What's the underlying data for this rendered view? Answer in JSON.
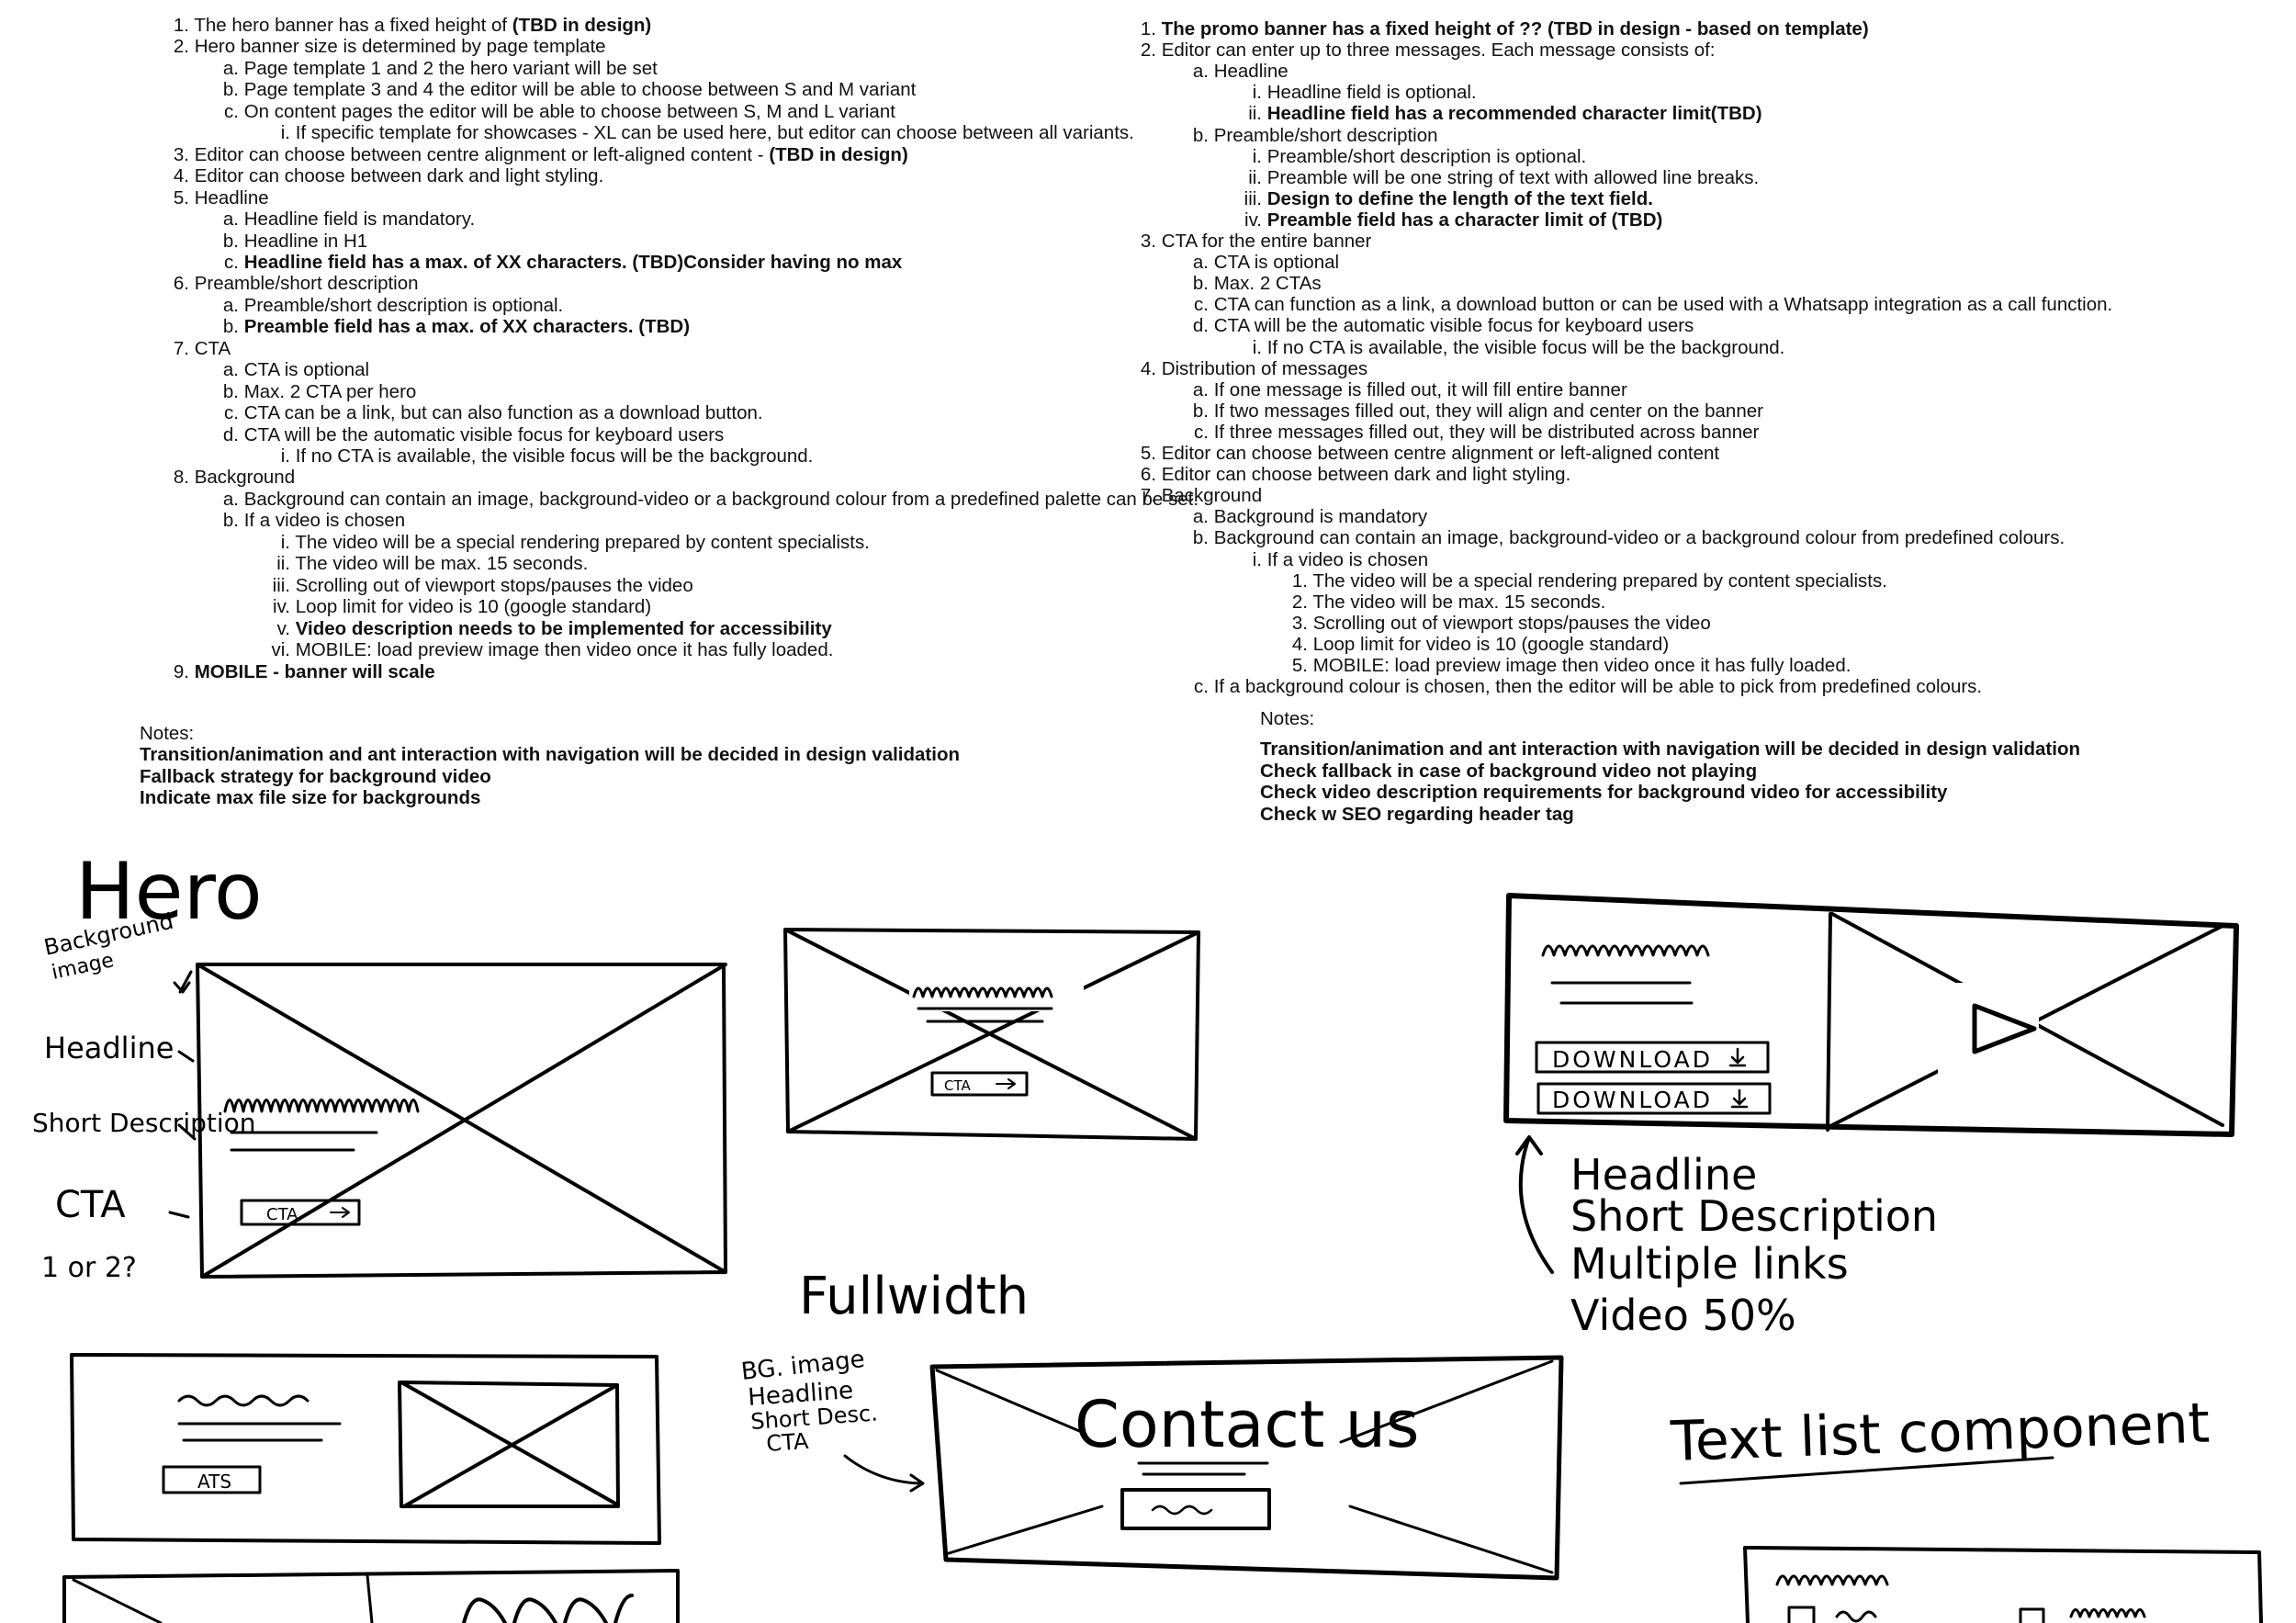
{
  "left_spec": [
    {
      "m": "1.",
      "t": "The hero banner has a fixed height of ",
      "b": "(TBD in design)",
      "lvl": 0
    },
    {
      "m": "2.",
      "t": "Hero banner size is determined by page template",
      "lvl": 0
    },
    {
      "m": "a.",
      "t": "Page template 1 and 2 the hero variant will be set",
      "lvl": 1
    },
    {
      "m": "b.",
      "t": "Page template 3 and 4 the editor will be able to choose between S and M variant",
      "lvl": 1
    },
    {
      "m": "c.",
      "t": "On content pages the editor will be able to choose between S, M and L variant",
      "lvl": 1
    },
    {
      "m": "i.",
      "t": "If specific template for showcases - XL can be used here, but editor can choose between all variants.",
      "lvl": 2
    },
    {
      "m": "3.",
      "t": "Editor can choose between centre alignment or left-aligned content - ",
      "b": "(TBD in design)",
      "lvl": 0
    },
    {
      "m": "4.",
      "t": "Editor can choose between dark and light styling.",
      "lvl": 0
    },
    {
      "m": "5.",
      "t": "Headline",
      "lvl": 0
    },
    {
      "m": "a.",
      "t": "Headline field is mandatory.",
      "lvl": 1
    },
    {
      "m": "b.",
      "t": "Headline in H1",
      "lvl": 1
    },
    {
      "m": "c.",
      "t": "",
      "b": "Headline field has a max. of XX characters. (TBD)Consider having no max",
      "lvl": 1
    },
    {
      "m": "6.",
      "t": "Preamble/short description",
      "lvl": 0
    },
    {
      "m": "a.",
      "t": "Preamble/short description is optional.",
      "lvl": 1
    },
    {
      "m": "b.",
      "t": "",
      "b": "Preamble field has a max. of XX characters. (TBD)",
      "lvl": 1
    },
    {
      "m": "7.",
      "t": "CTA",
      "lvl": 0
    },
    {
      "m": "a.",
      "t": "CTA is optional",
      "lvl": 1
    },
    {
      "m": "b.",
      "t": "Max. 2 CTA per hero",
      "lvl": 1
    },
    {
      "m": "c.",
      "t": "CTA can be a link, but can also function as a download button.",
      "lvl": 1
    },
    {
      "m": "d.",
      "t": "CTA will be the automatic visible focus for keyboard users",
      "lvl": 1
    },
    {
      "m": "i.",
      "t": "If no CTA is available, the visible focus will be the background.",
      "lvl": 2
    },
    {
      "m": "8.",
      "t": "Background",
      "lvl": 0
    },
    {
      "m": "a.",
      "t": "Background can contain an image, background-video or a background colour from a predefined palette can be set.",
      "lvl": 1
    },
    {
      "m": "b.",
      "t": "If a video is chosen",
      "lvl": 1
    },
    {
      "m": "i.",
      "t": "The video will be a special rendering prepared by content specialists.",
      "lvl": 2
    },
    {
      "m": "ii.",
      "t": "The video will be max. 15 seconds.",
      "lvl": 2
    },
    {
      "m": "iii.",
      "t": "Scrolling out of viewport stops/pauses the video",
      "lvl": 2
    },
    {
      "m": "iv.",
      "t": "Loop limit for video is 10 (google standard)",
      "lvl": 2
    },
    {
      "m": "v.",
      "t": "",
      "b": "Video description needs to be implemented for accessibility",
      "lvl": 2
    },
    {
      "m": "vi.",
      "t": "MOBILE: load preview image then video once it has fully loaded.",
      "lvl": 2
    },
    {
      "m": "9.",
      "t": "",
      "b": "MOBILE  - banner will scale",
      "lvl": 0
    }
  ],
  "left_notes": {
    "label": "Notes:",
    "items": [
      "Transition/animation and ant interaction with navigation will be decided in design validation",
      "Fallback strategy for background video",
      "Indicate max file size for backgrounds"
    ]
  },
  "right_spec": [
    {
      "m": "1.",
      "t": "",
      "b": "The promo banner has a fixed height of ?? (TBD in design - based on template)",
      "lvl": 0
    },
    {
      "m": "2.",
      "t": "Editor can enter up to three messages. Each message consists of:",
      "lvl": 0
    },
    {
      "m": "a.",
      "t": "Headline",
      "lvl": 1
    },
    {
      "m": "i.",
      "t": "Headline field is optional.",
      "lvl": 2
    },
    {
      "m": "ii.",
      "t": "",
      "b": "Headline field has a recommended character limit(TBD)",
      "lvl": 2
    },
    {
      "m": "b.",
      "t": "Preamble/short description",
      "lvl": 1
    },
    {
      "m": "i.",
      "t": "Preamble/short description is optional.",
      "lvl": 2
    },
    {
      "m": "ii.",
      "t": "Preamble will be one string of text with allowed line breaks.",
      "lvl": 2
    },
    {
      "m": "iii.",
      "t": "",
      "b": "Design to define the length of the text field.",
      "lvl": 2
    },
    {
      "m": "iv.",
      "t": "",
      "b": "Preamble field has a character limit of  (TBD)",
      "lvl": 2
    },
    {
      "m": "3.",
      "t": "CTA for the entire banner",
      "lvl": 0
    },
    {
      "m": "a.",
      "t": "CTA is optional",
      "lvl": 1
    },
    {
      "m": "b.",
      "t": "Max. 2 CTAs",
      "lvl": 1
    },
    {
      "m": "c.",
      "t": "CTA can function as a link, a download button or can be used with a Whatsapp integration as a call function.",
      "lvl": 1
    },
    {
      "m": "d.",
      "t": "CTA will be the automatic visible focus for keyboard users",
      "lvl": 1
    },
    {
      "m": "i.",
      "t": "If no CTA is available, the visible focus will be the background.",
      "lvl": 2
    },
    {
      "m": "4.",
      "t": "Distribution of messages",
      "lvl": 0
    },
    {
      "m": "a.",
      "t": "If one message is filled out, it will fill entire banner",
      "lvl": 1
    },
    {
      "m": "b.",
      "t": "If two messages filled out, they will align and center on the banner",
      "lvl": 1
    },
    {
      "m": "c.",
      "t": "If three messages filled out, they will be distributed across banner",
      "lvl": 1
    },
    {
      "m": "5.",
      "t": "Editor can choose between centre alignment or left-aligned content",
      "lvl": 0
    },
    {
      "m": "6.",
      "t": "Editor can choose between dark and light styling.",
      "lvl": 0
    },
    {
      "m": "7.",
      "t": "Background",
      "lvl": 0
    },
    {
      "m": "a.",
      "t": "Background is mandatory",
      "lvl": 1
    },
    {
      "m": "b.",
      "t": "Background can contain an image, background-video or a background colour from predefined colours.",
      "lvl": 1
    },
    {
      "m": "i.",
      "t": "If a video is chosen",
      "lvl": 2
    },
    {
      "m": "1.",
      "t": "The video will be a special rendering prepared by content specialists.",
      "lvl": 3
    },
    {
      "m": "2.",
      "t": "The video will be max. 15 seconds.",
      "lvl": 3
    },
    {
      "m": "3.",
      "t": "Scrolling out of viewport stops/pauses the video",
      "lvl": 3
    },
    {
      "m": "4.",
      "t": "Loop limit for video is 10 (google standard)",
      "lvl": 3
    },
    {
      "m": "5.",
      "t": "MOBILE: load preview image then video once it has fully loaded.",
      "lvl": 3
    },
    {
      "m": "c.",
      "t": "If a background colour is chosen, then the editor will be able to pick from predefined colours.",
      "lvl": 1
    }
  ],
  "right_notes": {
    "label": "Notes:",
    "items": [
      "Transition/animation and ant interaction with navigation will be decided in design validation",
      "Check fallback in case of background video not playing",
      "Check video description requirements for background video for accessibility",
      "Check w SEO regarding header tag"
    ]
  },
  "sketch": {
    "hero_title": "Hero",
    "hero_labels": [
      "Background",
      "image",
      "Headline",
      "Short Description",
      "CTA",
      "1 or 2?"
    ],
    "cta_text": "CTA",
    "download_text": "DOWNLOAD",
    "promo_notes": [
      "Headline",
      "Short Description",
      "Multiple links",
      "Video 50%"
    ],
    "fullwidth_title": "Fullwidth",
    "fullwidth_labels": [
      "BG. image",
      "Headline",
      "Short Desc.",
      "CTA"
    ],
    "contact_text": "Contact us",
    "text_list_title": "Text list component",
    "ats_text": "ATS"
  }
}
